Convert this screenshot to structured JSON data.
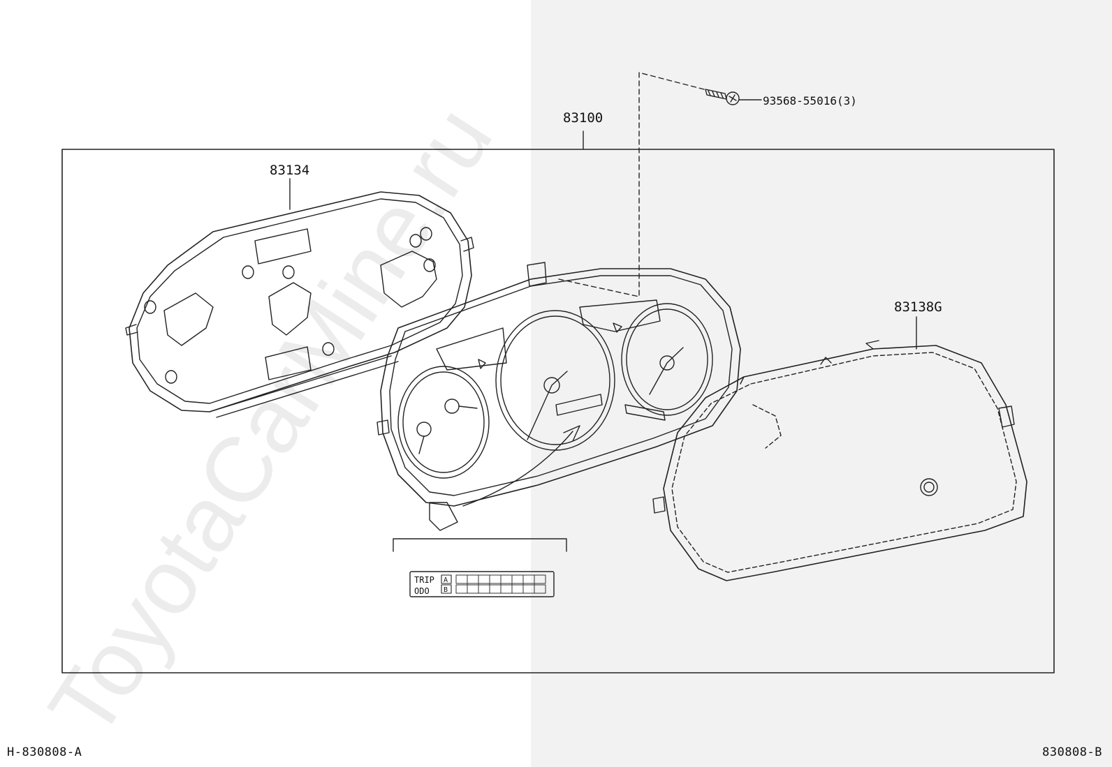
{
  "diagram": {
    "callouts": {
      "assembly": "83100",
      "rear_case": "83134",
      "front_glass": "83138G",
      "screw": "93568-55016(3)"
    },
    "odometer_display": {
      "trip_label": "TRIP",
      "odo_label": "ODO",
      "key_a": "A",
      "key_b": "B"
    },
    "watermark": "ToyotaCarMine.ru",
    "drawing_code_left": "H-830808-A",
    "drawing_code_right": "830808-B"
  }
}
